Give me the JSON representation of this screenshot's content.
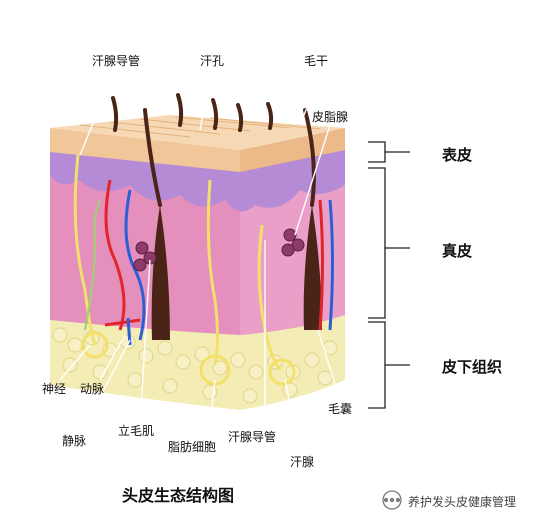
{
  "labels": {
    "sweat_duct_top": "汗腺导管",
    "sweat_pore": "汗孔",
    "hair_shaft": "毛干",
    "sebaceous_gland": "皮脂腺",
    "nerve": "神经",
    "artery": "动脉",
    "vein": "静脉",
    "arrector_pili": "立毛肌",
    "fat_cell": "脂肪细胞",
    "sweat_duct_bottom": "汗腺导管",
    "sweat_gland": "汗腺",
    "hair_follicle": "毛囊"
  },
  "layers": {
    "epidermis": "表皮",
    "dermis": "真皮",
    "subcutis": "皮下组织"
  },
  "caption": "头皮生态结构图",
  "watermark": "养护发头皮健康管理",
  "colors": {
    "epidermis": "#f1c79a",
    "dermis": "#e58fbd",
    "dermis_side": "#ea9fc8",
    "fat": "#f3ecb4",
    "hair": "#4a2416",
    "artery": "#e3242b",
    "vein": "#2c5fd6",
    "gland": "#f2e06a"
  }
}
